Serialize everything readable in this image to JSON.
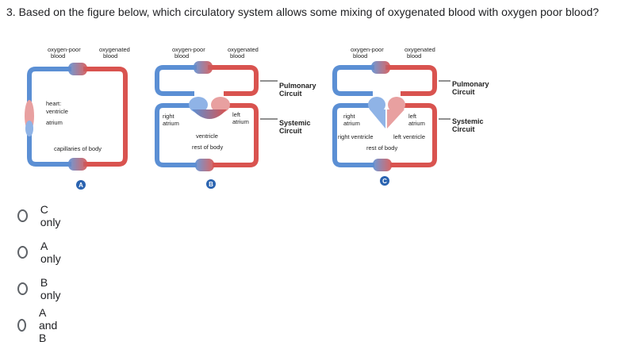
{
  "question": "3. Based on the figure below, which circulatory system allows some mixing of oxygenated blood with oxygen poor blood?",
  "figure": {
    "oxygen_poor": "oxygen-poor",
    "oxygenated": "oxygenated",
    "blood": "blood",
    "heart": "heart:",
    "ventricle_heart": "ventricle",
    "atrium": "atrium",
    "capillaries_of_body": "capillaries of body",
    "right": "right",
    "left": "left",
    "ventricle": "ventricle",
    "rest_of_body": "rest of body",
    "pulmonary": "Pulmonary",
    "systemic": "Systemic",
    "circuit": "Circuit",
    "right_ventricle": "right ventricle",
    "left_ventricle": "left ventricle",
    "label_a": "A",
    "label_b": "B",
    "label_c": "C",
    "colors": {
      "oxygen_poor": "#5b8fd4",
      "oxygenated": "#d9534f",
      "badge": "#2a63b0"
    }
  },
  "options": [
    {
      "label": "C only"
    },
    {
      "label": "A only"
    },
    {
      "label": "B only"
    },
    {
      "label": "A and B"
    }
  ]
}
